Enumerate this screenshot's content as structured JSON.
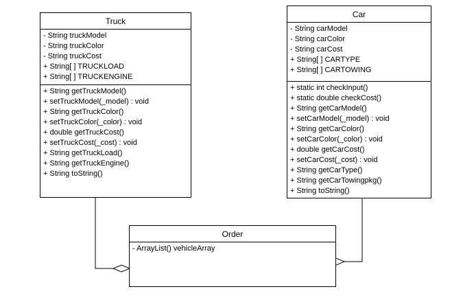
{
  "classes": {
    "truck": {
      "name": "Truck",
      "attributes": [
        "- String truckModel",
        "- String truckColor",
        "- String truckCost",
        "+ String[ ] TRUCKLOAD",
        "+ String[ ] TRUCKENGINE"
      ],
      "methods": [
        "+ String getTruckModel()",
        "+ setTruckModel(_model) : void",
        "+ String getTruckColor()",
        "+ setTruckColor(_color) : void",
        "+ double getTruckCost()",
        "+ setTruckCost(_cost) : void",
        "+ String getTruckLoad()",
        "+ String getTruckEngine()",
        "+ String toString()"
      ]
    },
    "car": {
      "name": "Car",
      "attributes": [
        "- String carModel",
        "- String carColor",
        "- String carCost",
        "+ String[ ] CARTYPE",
        "+ String[ ] CARTOWING"
      ],
      "methods": [
        "+ static int checkInput()",
        "+ static double checkCost()",
        "+ String getCarModel()",
        "+ setCarModel(_model) : void",
        "+ String getCarColor()",
        "+ setCarColor(_color) : void",
        "+ double getCarCost()",
        "+ setCarCost(_cost) : void",
        "+ String getCarType()",
        "+ String getCarTowingpkg()",
        "+ String toString()"
      ]
    },
    "order": {
      "name": "Order",
      "attributes": [
        "- ArrayList() vehicleArray"
      ],
      "methods": []
    }
  },
  "relationships": [
    {
      "type": "aggregation",
      "whole": "Order",
      "part": "Truck"
    },
    {
      "type": "aggregation",
      "whole": "Order",
      "part": "Car"
    }
  ],
  "colors": {
    "line": "#000000",
    "background": "#ffffff"
  }
}
